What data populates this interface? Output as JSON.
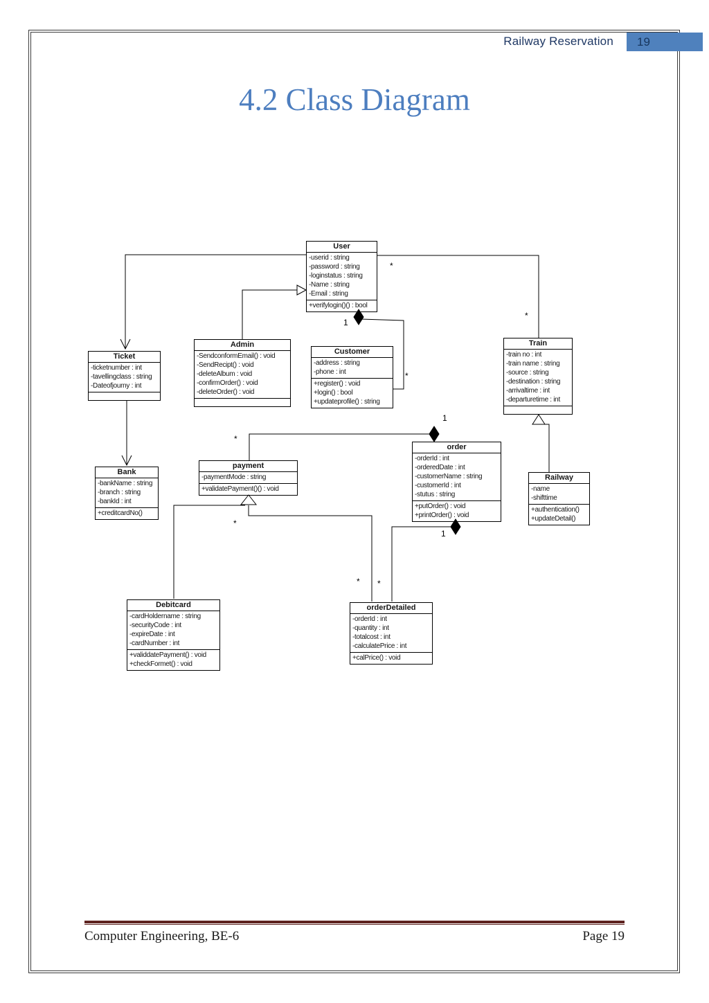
{
  "header": {
    "doc_title": "Railway Reservation",
    "page_number": "19"
  },
  "page_title": "4.2 Class Diagram",
  "footer": {
    "left_text": "Computer Engineering, BE-6",
    "right_text": "Page 19"
  },
  "diagram": {
    "classes": {
      "user": {
        "name": "User",
        "attributes": [
          "-userid : string",
          "-password : string",
          "-loginstatus : string",
          "-Name : string",
          "-Email : string"
        ],
        "methods": [
          "+verifylogin()() : bool"
        ]
      },
      "admin": {
        "name": "Admin",
        "attributes": [
          "-SendconformEmail() : void",
          "-SendRecipt() : void",
          "-deleteAlbum : void",
          "-confirmOrder() : void",
          "-deleteOrder() : void"
        ],
        "methods": []
      },
      "customer": {
        "name": "Customer",
        "attributes": [
          "-address : string",
          "-phone : int"
        ],
        "methods": [
          "+register() : void",
          "+login() : bool",
          "+updateprofile() : string"
        ]
      },
      "train": {
        "name": "Train",
        "attributes": [
          "-train no : int",
          "-train name : string",
          "-source : string",
          "-destination : string",
          "-arrivaltime : int",
          "-departuretime : int"
        ],
        "methods": []
      },
      "ticket": {
        "name": "Ticket",
        "attributes": [
          "-ticketnumber : int",
          "-tavellingclass : string",
          "-Dateofjourny : int"
        ],
        "methods": []
      },
      "bank": {
        "name": "Bank",
        "attributes": [
          "-bankName : string",
          "-branch : string",
          "-bankId : int"
        ],
        "methods": [
          "+creditcardNo()"
        ]
      },
      "payment": {
        "name": "payment",
        "attributes": [
          "-paymentMode : string"
        ],
        "methods": [
          "+validatePayment()() : void"
        ]
      },
      "order": {
        "name": "order",
        "attributes": [
          "-orderId : int",
          "-orderedDate : int",
          "-customerName : string",
          "-customerId : int",
          "-stutus : string"
        ],
        "methods": [
          "+putOrder() : void",
          "+printOrder() : void"
        ]
      },
      "railway": {
        "name": "Railway",
        "attributes": [
          "-name",
          "-shifttime"
        ],
        "methods": [
          "+authentication()",
          "+updateDetail()"
        ]
      },
      "debitcard": {
        "name": "Debitcard",
        "attributes": [
          "-cardHoldername : string",
          "-securityCode : int",
          "-expireDate : int",
          "-cardNumber : int"
        ],
        "methods": [
          "+validdatePayment() : void",
          "+checkFormet() : void"
        ]
      },
      "order_detailed": {
        "name": "orderDetailed",
        "attributes": [
          "-orderId : int",
          "-quantity : int",
          "-totalcost : int",
          "-calculatePrice : int"
        ],
        "methods": [
          "+calPrice() : void"
        ]
      }
    },
    "labels": {
      "user_train_src": "*",
      "train_end": "*",
      "user_customer_src": "1",
      "customer_end": "*",
      "order_top": "1",
      "payment_top": "*",
      "order_bottom": "1",
      "payment_bottom": "*",
      "orderdetailed_left": "*",
      "orderdetailed_right": "*"
    }
  }
}
